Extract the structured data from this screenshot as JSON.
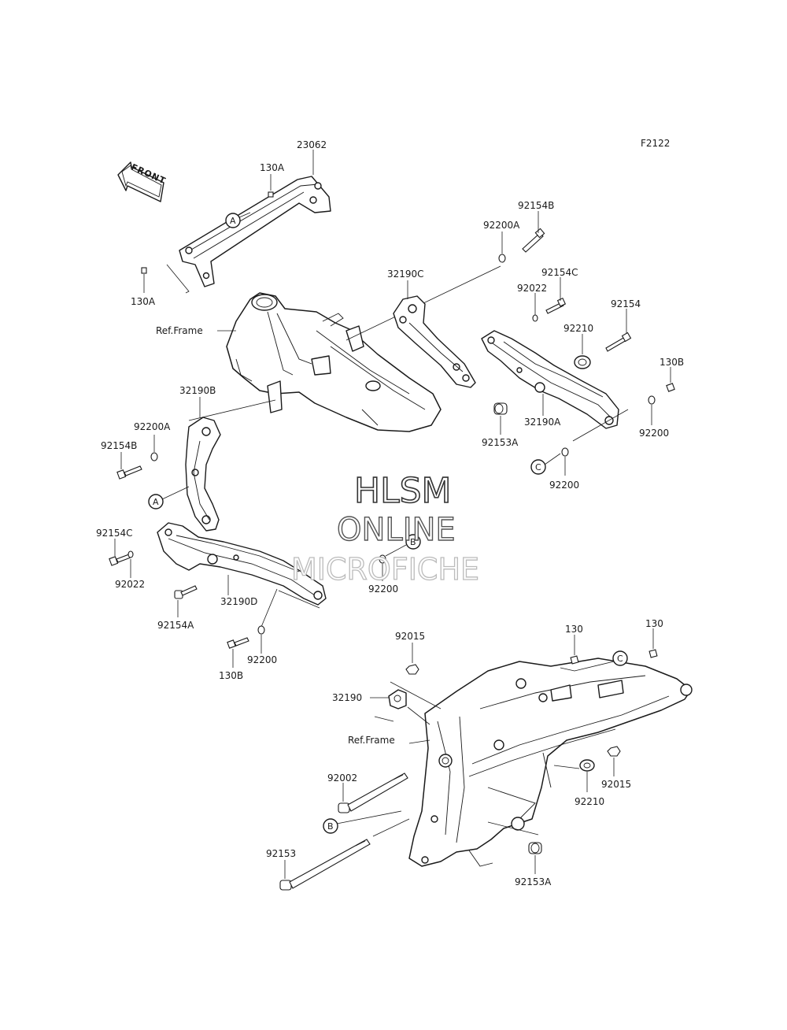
{
  "diagram": {
    "code": "F2122",
    "front_label": "FRONT",
    "watermark": {
      "line1": "HLSM",
      "line2": "ONLINE",
      "line3": "MICROFICHE"
    },
    "labels": {
      "p23062": "23062",
      "p130A_top": "130A",
      "p130A_bottom": "130A",
      "p92154B_right": "92154B",
      "p92200A_right": "92200A",
      "p32190C": "32190C",
      "p92154C_right": "92154C",
      "p92022_right": "92022",
      "p92154": "92154",
      "p92210_right": "92210",
      "p130B_right": "130B",
      "ref_frame_top": "Ref.Frame",
      "p32190B": "32190B",
      "p92200A_left": "92200A",
      "p92154B_left": "92154B",
      "p32190A": "32190A",
      "p92153A_right": "92153A",
      "p92200_right": "92200",
      "p92200_c": "92200",
      "p92154C_left": "92154C",
      "p92022_left": "92022",
      "p32190D": "32190D",
      "p92200_mid": "92200",
      "p92154A": "92154A",
      "p92200_bottom": "92200",
      "p130B_left": "130B",
      "p92015_top": "92015",
      "p130_a": "130",
      "p130_b": "130",
      "p32190": "32190",
      "ref_frame_bottom": "Ref.Frame",
      "p92002": "92002",
      "p92210_bottom": "92210",
      "p92015_bottom": "92015",
      "p92153": "92153",
      "p92153A_bottom": "92153A"
    },
    "callouts": {
      "A1": "A",
      "A2": "A",
      "B1": "B",
      "B2": "B",
      "C1": "C",
      "C2": "C"
    }
  }
}
